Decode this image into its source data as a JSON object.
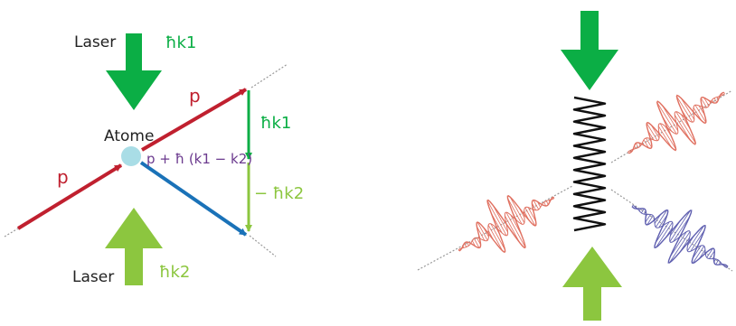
{
  "labels": {
    "laser_top": "Laser",
    "laser_bottom": "Laser",
    "hk1_top": "ħk1",
    "hk2_bottom": "ħk2",
    "atome": "Atome",
    "p_upper": "p",
    "p_lower": "p",
    "momentum": "p + ħ (k1 − k2)",
    "hk1_side": "ħk1",
    "minus_hk2_side": "− ħk2"
  },
  "colors": {
    "dark_green": "#0bae45",
    "light_green": "#8cc63f",
    "red": "#c0202f",
    "blue": "#1a72b8",
    "atom": "#a9dde6",
    "purple": "#6b3a8e",
    "gray": "#999999",
    "coil": "#111111",
    "wave_red": "#e07060",
    "wave_blue": "#6060b0"
  }
}
